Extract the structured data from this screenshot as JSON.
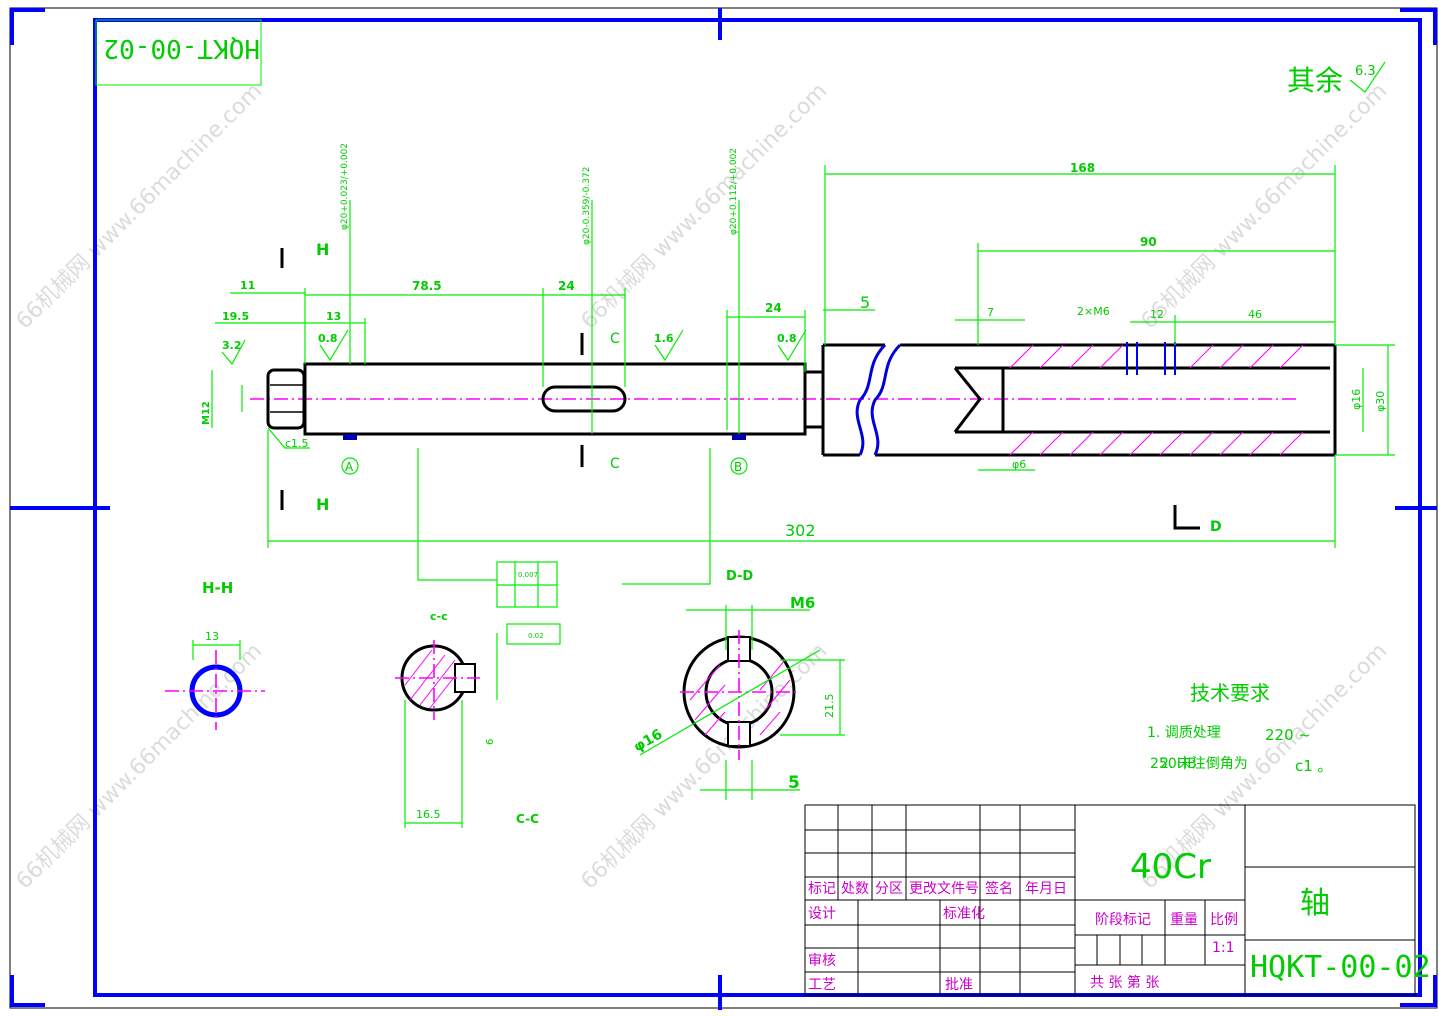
{
  "drawing": {
    "code_top": "HQKT-00-02",
    "code_bottom": "HQKT-00-02",
    "roughness_note": "其余",
    "roughness_note_value": "6.3",
    "part_name": "轴",
    "material": "40Cr",
    "scale": "1:1"
  },
  "dimensions": {
    "d302": "302",
    "d168": "168",
    "d90": "90",
    "d78_5": "78.5",
    "d24a": "24",
    "d24b": "24",
    "d11": "11",
    "d19_5": "19.5",
    "d13": "13",
    "d5": "5",
    "d7": "7",
    "d46": "46",
    "d12": "12",
    "d2xM6": "2×M6",
    "phi30": "φ30",
    "phi16": "φ16",
    "phi6": "φ6",
    "phi20a": "φ20+0.023/+0.002",
    "phi20b": "φ20-0.359/-0.372",
    "phi20c": "φ20+0.112/+0.002",
    "c15": "c1.5",
    "m12": "M12",
    "r32": "3.2",
    "r08a": "0.8",
    "r08b": "0.8",
    "r16": "1.6",
    "hh_13": "13",
    "cc_165": "16.5",
    "cc_6": "6",
    "dd_m6": "M6",
    "dd_phi16": "φ16",
    "dd_5": "5",
    "dd_215": "21.5",
    "tol1": "0.007",
    "tol2": "0.02"
  },
  "sections": {
    "h_label_top": "H",
    "h_label_bottom": "H",
    "c_label_top": "C",
    "c_label_bottom": "C",
    "d_label": "D",
    "hh": "H-H",
    "cc_top": "c-c",
    "cc_bottom": "C-C",
    "dd": "D-D",
    "datum_a": "A",
    "datum_b": "B"
  },
  "tech_requirements": {
    "title": "技术要求",
    "item1": "1. 调质处理",
    "item1_value": "220 ~",
    "item2": "2. 未注倒角为",
    "item2_prefix": "250HB",
    "item2_value": "c1 。"
  },
  "title_block": {
    "mark": "标记",
    "count": "处数",
    "zone": "分区",
    "doc_no": "更改文件号",
    "sign": "签名",
    "date": "年月日",
    "design": "设计",
    "standard": "标准化",
    "review": "审核",
    "process": "工艺",
    "approve": "批准",
    "stage_mark": "阶段标记",
    "weight": "重量",
    "ratio": "比例",
    "sheets": "共   张 第   张"
  },
  "watermark": "66机械网 www.66machine.com",
  "colors": {
    "frame": "#0000ff",
    "dimension": "#00ee00",
    "centerline": "#ff00ff",
    "outline": "#000000"
  }
}
